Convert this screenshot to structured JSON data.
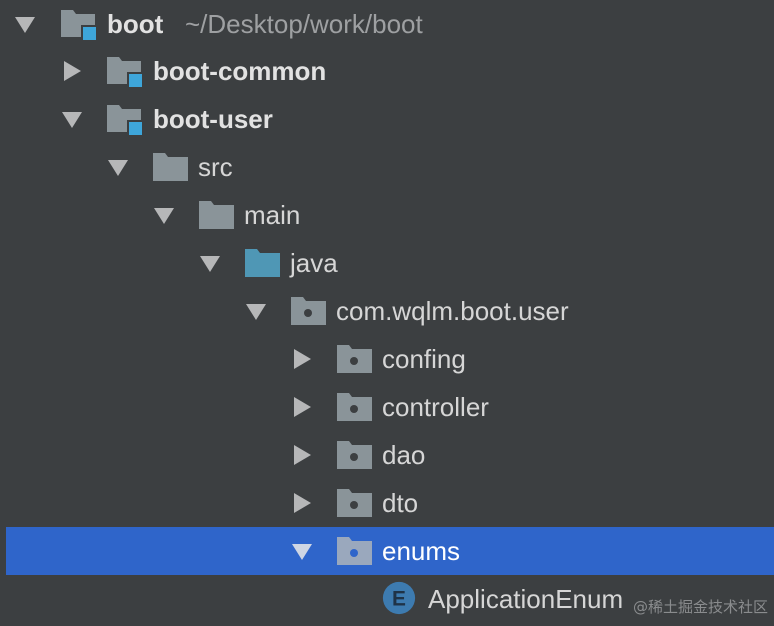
{
  "project_tree": {
    "root": {
      "label": "boot",
      "path": "~/Desktop/work/boot",
      "icon": "module-folder-icon"
    },
    "rows": [
      {
        "label": "boot-common",
        "icon": "module-folder-icon",
        "expanded": false
      },
      {
        "label": "boot-user",
        "icon": "module-folder-icon",
        "expanded": true
      },
      {
        "label": "src",
        "icon": "folder-icon",
        "expanded": true
      },
      {
        "label": "main",
        "icon": "folder-icon",
        "expanded": true
      },
      {
        "label": "java",
        "icon": "source-folder-icon",
        "expanded": true
      },
      {
        "label": "com.wqlm.boot.user",
        "icon": "package-icon",
        "expanded": true
      },
      {
        "label": "confing",
        "icon": "package-icon",
        "expanded": false
      },
      {
        "label": "controller",
        "icon": "package-icon",
        "expanded": false
      },
      {
        "label": "dao",
        "icon": "package-icon",
        "expanded": false
      },
      {
        "label": "dto",
        "icon": "package-icon",
        "expanded": false
      },
      {
        "label": "enums",
        "icon": "package-icon",
        "expanded": true,
        "selected": true
      },
      {
        "label": "ApplicationEnum",
        "icon": "enum-class-icon",
        "icon_letter": "E"
      }
    ]
  },
  "watermark": "@稀土掘金技术社区",
  "colors": {
    "background": "#3c3f41",
    "selection": "#2f65ca",
    "text": "#d6d6d6",
    "folder": "#8a9499",
    "source_folder": "#4f97b5",
    "module_badge": "#3ea6da",
    "enum_badge": "#3d7bb0"
  }
}
